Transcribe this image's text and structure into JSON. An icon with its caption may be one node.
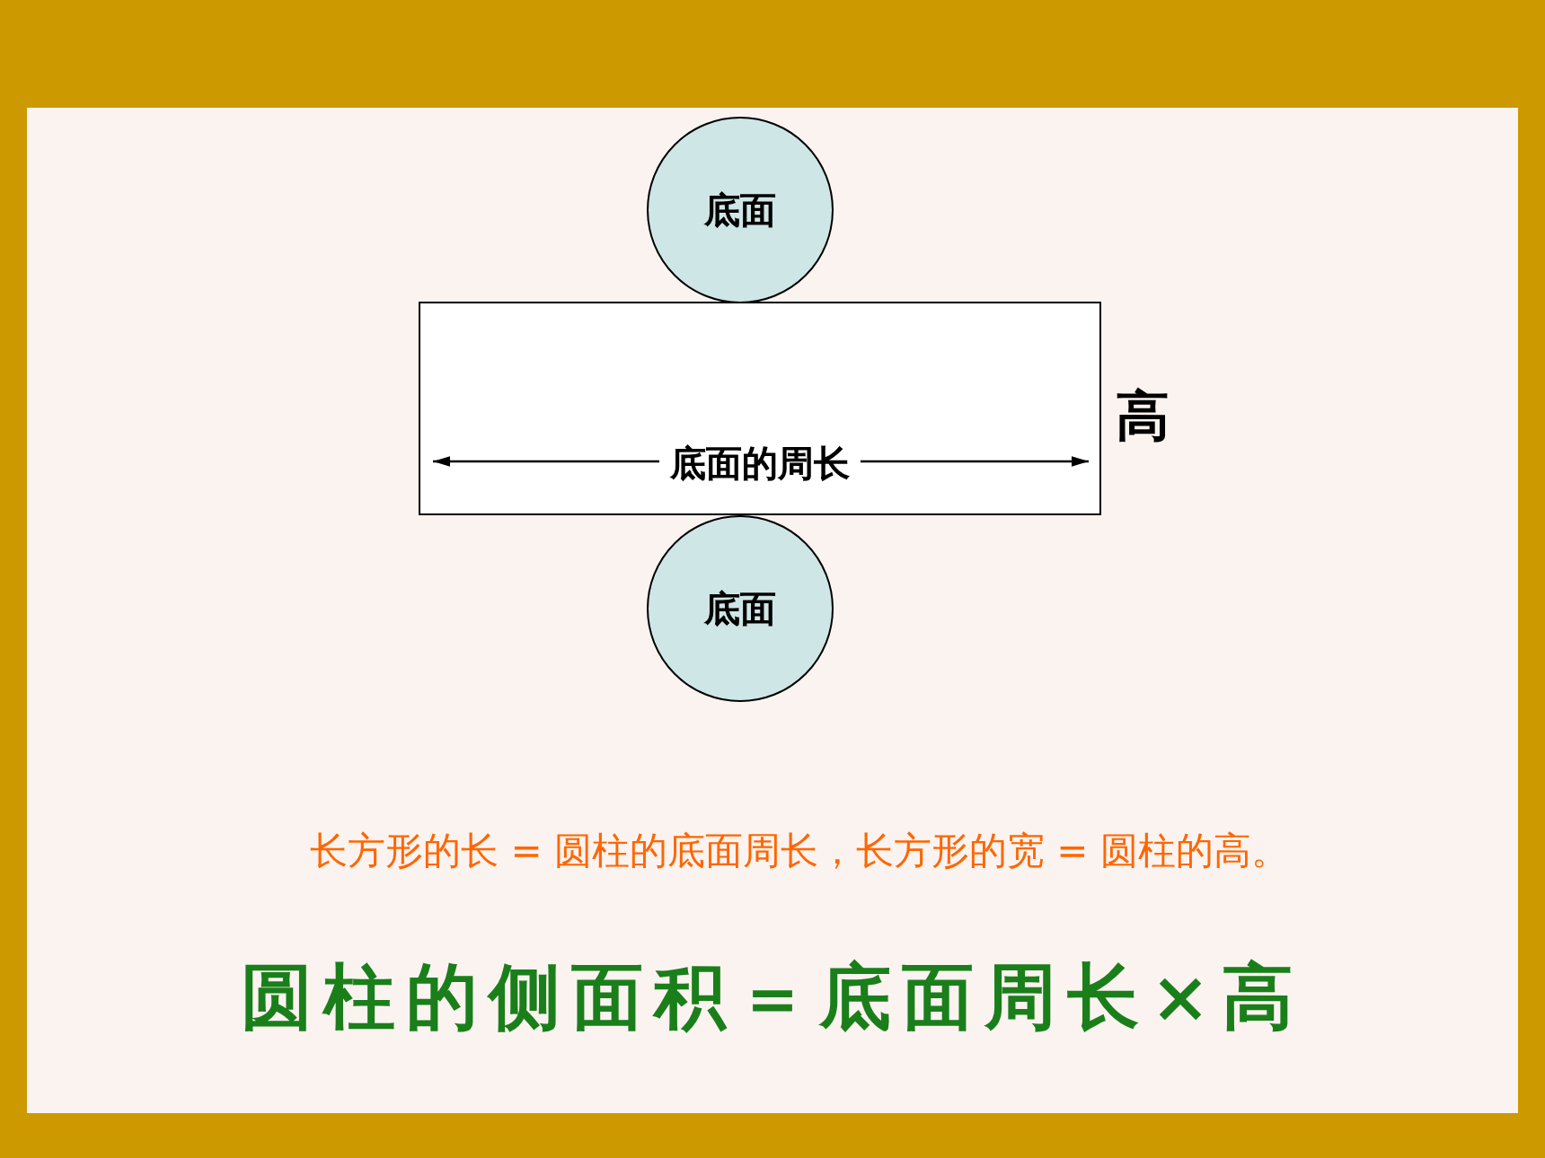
{
  "diagram": {
    "nodes": [
      {
        "text": [
          "底面"
        ]
      },
      {
        "text": [
          "底面的周长"
        ],
        "beside": [
          "高"
        ]
      },
      {
        "text": [
          "底面"
        ]
      }
    ],
    "labels": [
      "长方形的长 = 圆柱的底面周长，长方形的宽 = 圆柱的高。",
      "圆柱的侧面积＝底面周长×高"
    ]
  }
}
